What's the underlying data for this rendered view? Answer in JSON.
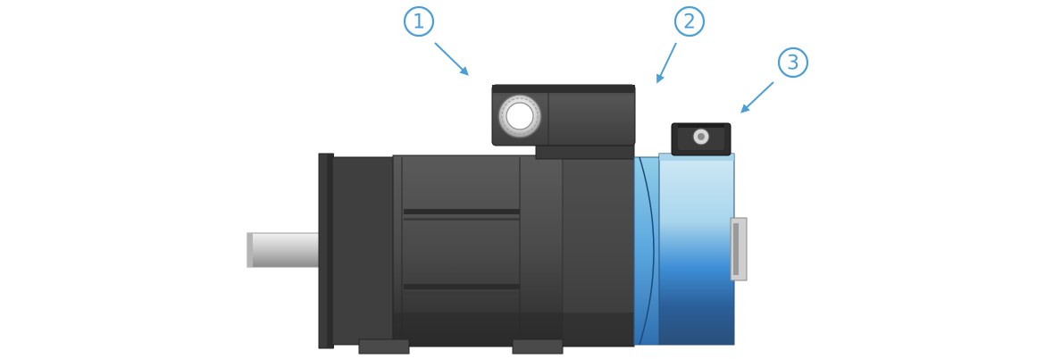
{
  "callouts": [
    {
      "label": "1"
    },
    {
      "label": "2"
    },
    {
      "label": "3"
    }
  ],
  "colors": {
    "callout": "#4a9fd8",
    "motor_body": "#4a4a4a",
    "motor_dark": "#2e2e2e",
    "shaft": "#d0d0d0",
    "brake_blue_light": "#b8dcef",
    "brake_blue_dark": "#2a5c9a"
  }
}
